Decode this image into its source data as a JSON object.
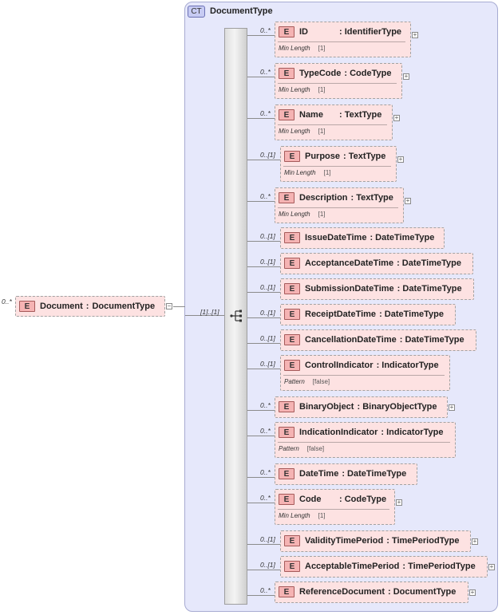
{
  "complex_type": {
    "badge": "CT",
    "name": "DocumentType"
  },
  "root": {
    "badge": "E",
    "name": "Document",
    "type": "DocumentType",
    "cardinality": "0..*",
    "expander": "−"
  },
  "sequence_cardinality": "[1]..[1]",
  "elements": [
    {
      "badge": "E",
      "name": "ID",
      "type": ": IdentifierType",
      "cardinality": "0..*",
      "facet_name": "Min Length",
      "facet_value": "[1]",
      "expander": "+"
    },
    {
      "badge": "E",
      "name": "TypeCode",
      "type": ": CodeType",
      "cardinality": "0..*",
      "facet_name": "Min Length",
      "facet_value": "[1]",
      "expander": "+"
    },
    {
      "badge": "E",
      "name": "Name",
      "type": ": TextType",
      "cardinality": "0..*",
      "facet_name": "Min Length",
      "facet_value": "[1]",
      "expander": "+"
    },
    {
      "badge": "E",
      "name": "Purpose",
      "type": ": TextType",
      "cardinality": "0..[1]",
      "facet_name": "Min Length",
      "facet_value": "[1]",
      "expander": "+"
    },
    {
      "badge": "E",
      "name": "Description",
      "type": ": TextType",
      "cardinality": "0..*",
      "facet_name": "Min Length",
      "facet_value": "[1]",
      "expander": "+"
    },
    {
      "badge": "E",
      "name": "IssueDateTime",
      "type": ": DateTimeType",
      "cardinality": "0..[1]"
    },
    {
      "badge": "E",
      "name": "AcceptanceDateTime",
      "type": ": DateTimeType",
      "cardinality": "0..[1]"
    },
    {
      "badge": "E",
      "name": "SubmissionDateTime",
      "type": ": DateTimeType",
      "cardinality": "0..[1]"
    },
    {
      "badge": "E",
      "name": "ReceiptDateTime",
      "type": ": DateTimeType",
      "cardinality": "0..[1]"
    },
    {
      "badge": "E",
      "name": "CancellationDateTime",
      "type": ": DateTimeType",
      "cardinality": "0..[1]"
    },
    {
      "badge": "E",
      "name": "ControlIndicator",
      "type": ": IndicatorType",
      "cardinality": "0..[1]",
      "facet_name": "Pattern",
      "facet_value": "[false]"
    },
    {
      "badge": "E",
      "name": "BinaryObject",
      "type": ": BinaryObjectType",
      "cardinality": "0..*",
      "expander": "+"
    },
    {
      "badge": "E",
      "name": "IndicationIndicator",
      "type": ": IndicatorType",
      "cardinality": "0..*",
      "facet_name": "Pattern",
      "facet_value": "[false]"
    },
    {
      "badge": "E",
      "name": "DateTime",
      "type": ": DateTimeType",
      "cardinality": "0..*"
    },
    {
      "badge": "E",
      "name": "Code",
      "type": ": CodeType",
      "cardinality": "0..*",
      "facet_name": "Min Length",
      "facet_value": "[1]",
      "expander": "+"
    },
    {
      "badge": "E",
      "name": "ValidityTimePeriod",
      "type": ": TimePeriodType",
      "cardinality": "0..[1]",
      "expander": "+"
    },
    {
      "badge": "E",
      "name": "AcceptableTimePeriod",
      "type": ": TimePeriodType",
      "cardinality": "0..[1]",
      "expander": "+"
    },
    {
      "badge": "E",
      "name": "ReferenceDocument",
      "type": ": DocumentType",
      "cardinality": "0..*",
      "expander": "+"
    }
  ],
  "colors": {
    "panel": "#e6e8fb",
    "element_fill": "#fde2e2",
    "element_badge": "#f5b3b3",
    "ct_badge": "#c7cbf3"
  }
}
